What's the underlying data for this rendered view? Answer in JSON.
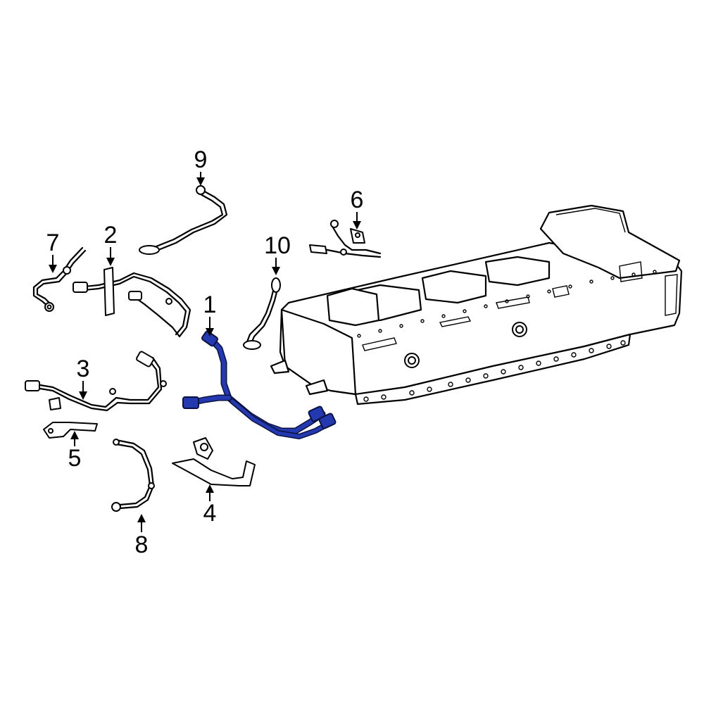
{
  "diagram": {
    "highlight_color": "#2438b0",
    "highlight_outline": "#0b1240",
    "callouts": [
      {
        "id": "1",
        "label": "1"
      },
      {
        "id": "2",
        "label": "2"
      },
      {
        "id": "3",
        "label": "3"
      },
      {
        "id": "4",
        "label": "4"
      },
      {
        "id": "5",
        "label": "5"
      },
      {
        "id": "6",
        "label": "6"
      },
      {
        "id": "7",
        "label": "7"
      },
      {
        "id": "8",
        "label": "8"
      },
      {
        "id": "9",
        "label": "9"
      },
      {
        "id": "10",
        "label": "10"
      }
    ],
    "highlighted_part": "1"
  }
}
